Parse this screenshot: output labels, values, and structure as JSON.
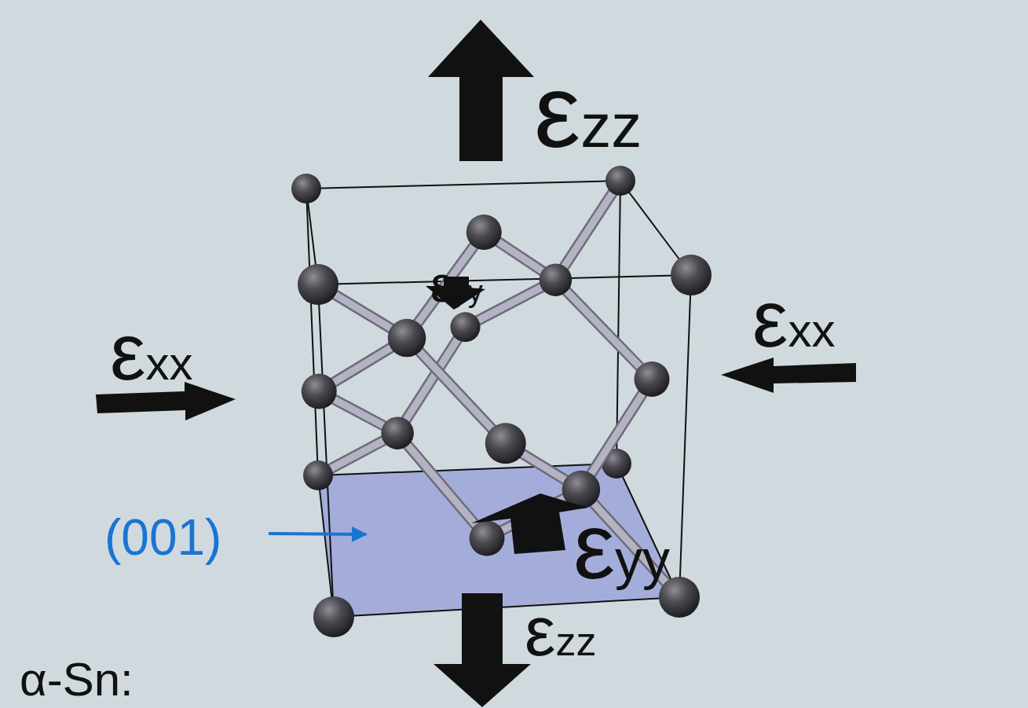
{
  "diagram": {
    "labels": [
      "εzz",
      "εyy",
      "εxx",
      "εxx",
      "(001)",
      "εyy",
      "εzz",
      "α-Sn:"
    ]
  }
}
